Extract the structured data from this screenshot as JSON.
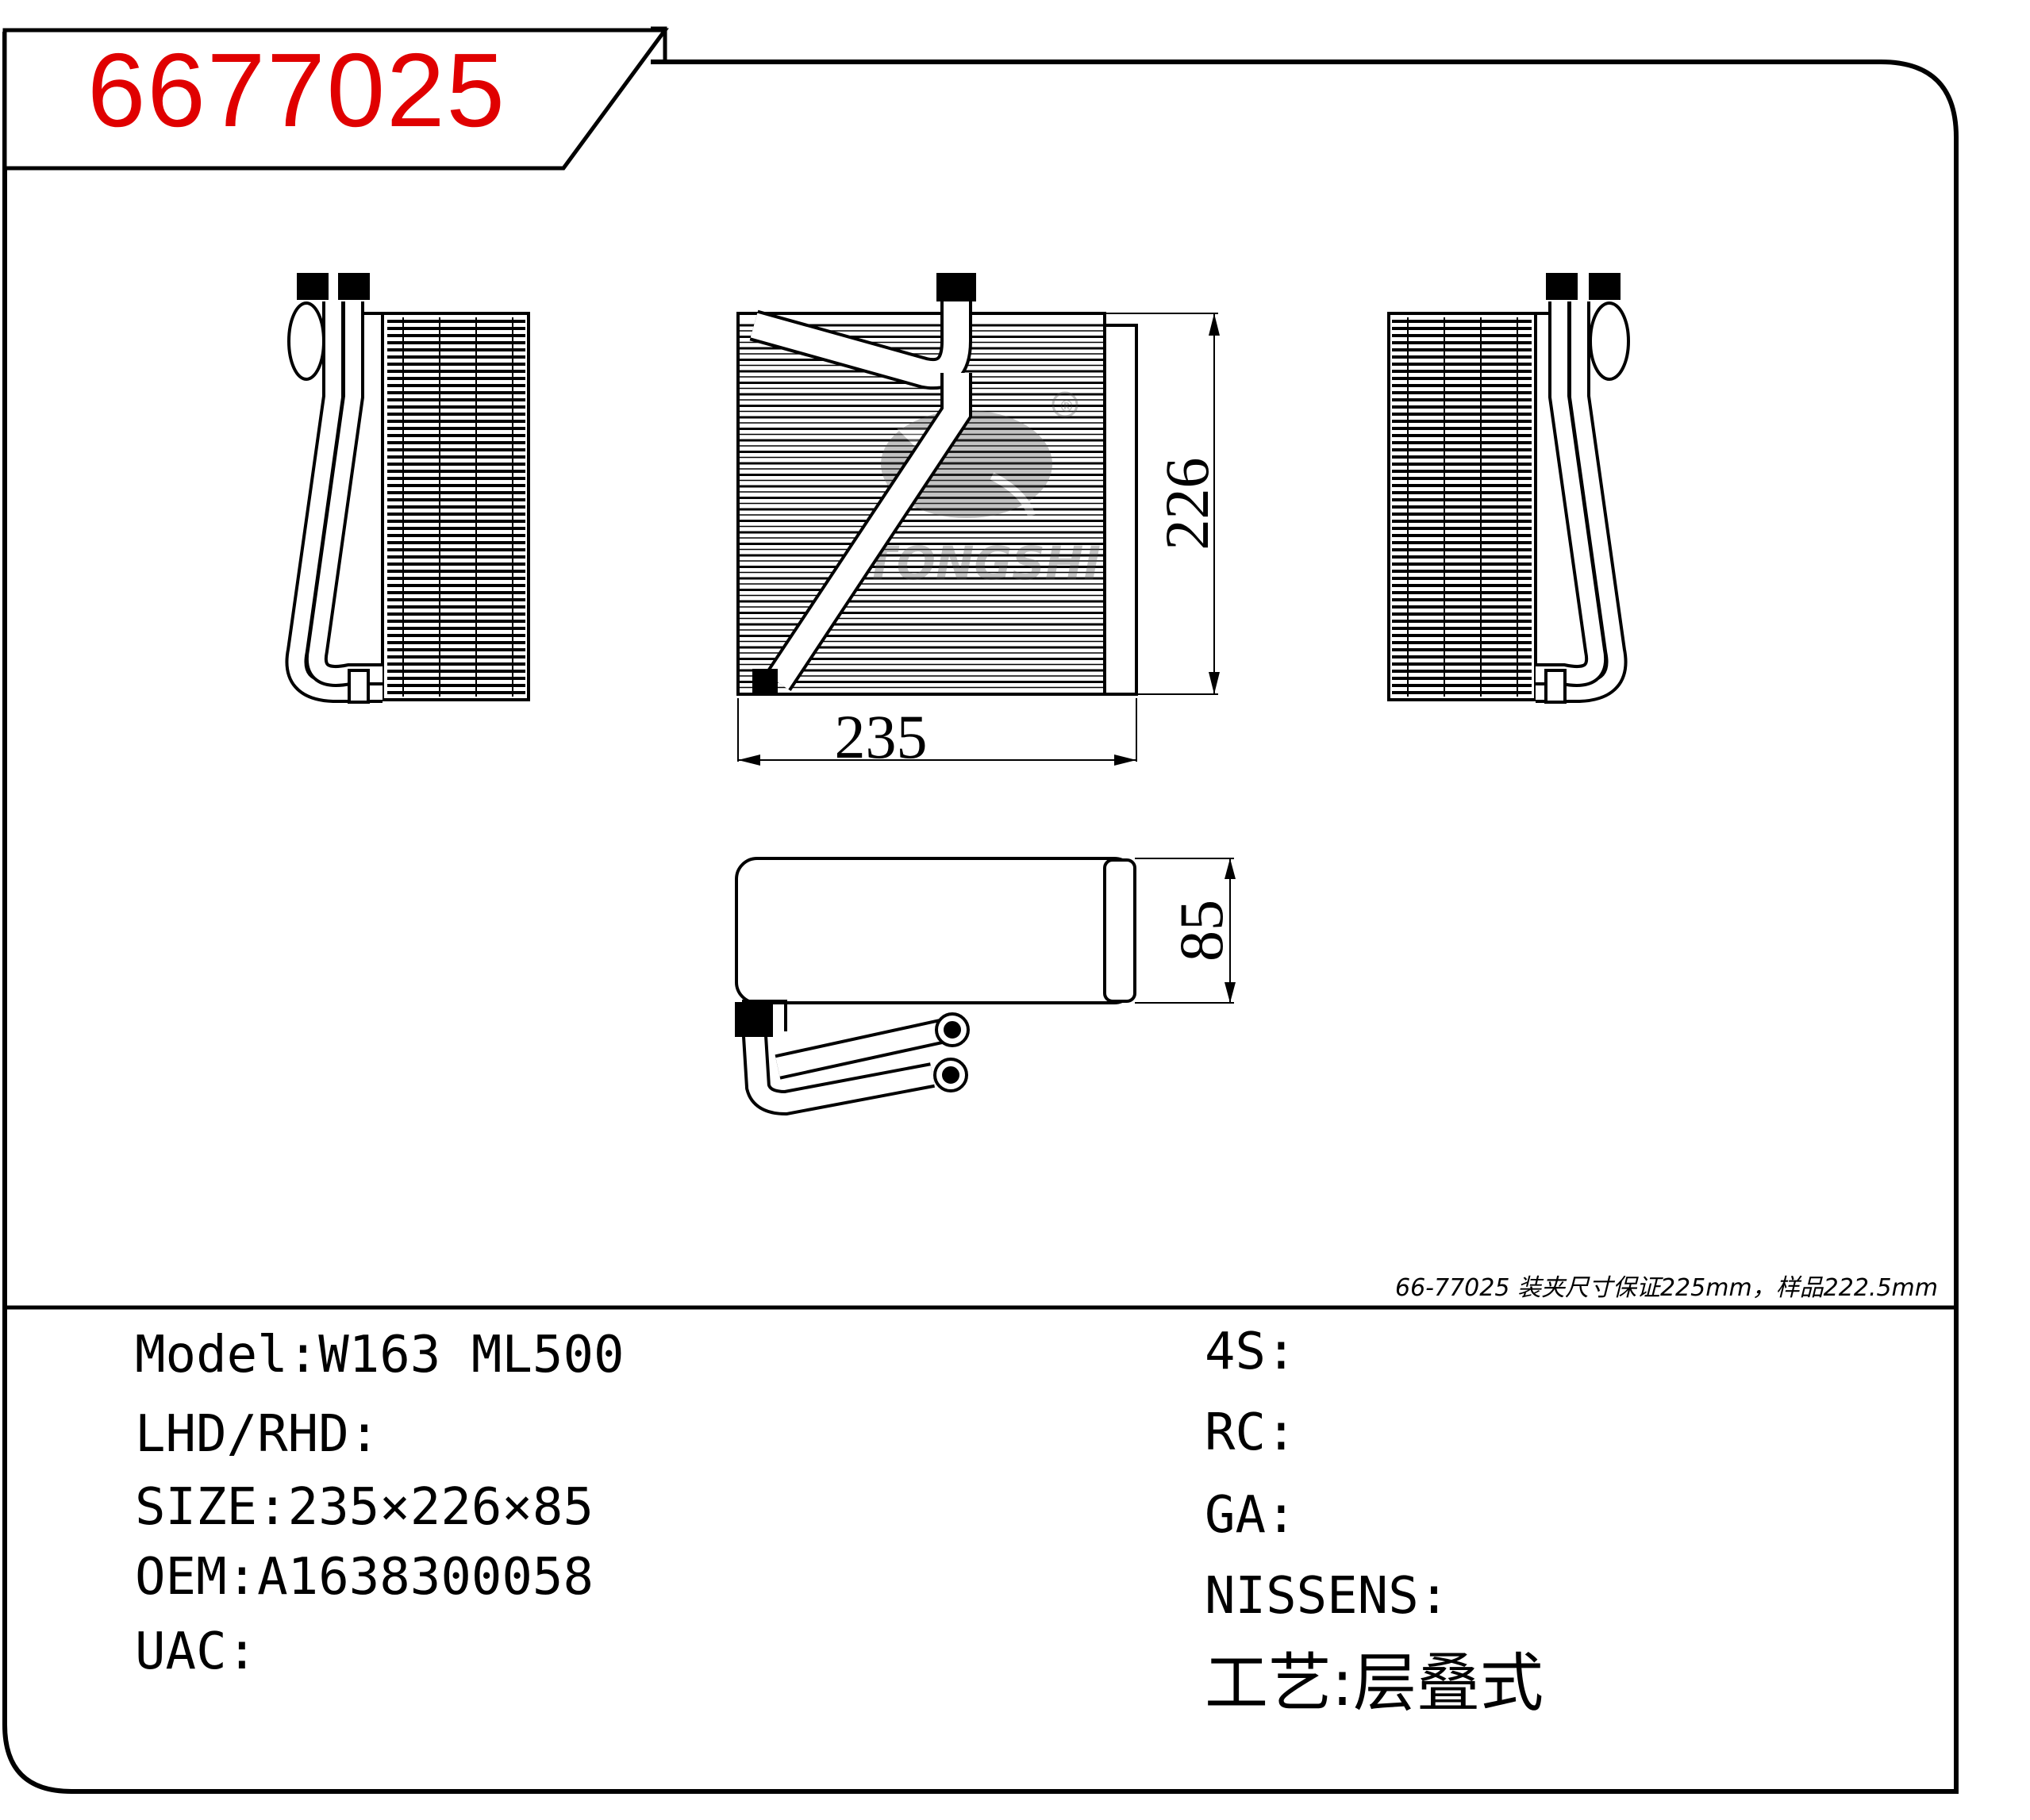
{
  "part_number": "6677025",
  "note": "66-77025 装夹尺寸保证225mm，样品222.5mm",
  "dimensions": {
    "width": "235",
    "height": "226",
    "depth": "85"
  },
  "watermark": {
    "brand": "TONGSHI",
    "mark": "®"
  },
  "specs_left": [
    {
      "label": "Model:",
      "value": "W163 ML500"
    },
    {
      "label": "LHD/RHD:",
      "value": ""
    },
    {
      "label": "SIZE:",
      "value": "235×226×85"
    },
    {
      "label": "OEM:",
      "value": "A1638300058"
    },
    {
      "label": "UAC:",
      "value": ""
    }
  ],
  "specs_right": [
    {
      "label": "4S:",
      "value": ""
    },
    {
      "label": "RC:",
      "value": ""
    },
    {
      "label": "GA:",
      "value": ""
    },
    {
      "label": "NISSENS:",
      "value": ""
    },
    {
      "label": "工艺:",
      "value": "层叠式"
    }
  ],
  "colors": {
    "part_number": "#e00000",
    "line": "#000000",
    "banner": "#ffffff"
  }
}
